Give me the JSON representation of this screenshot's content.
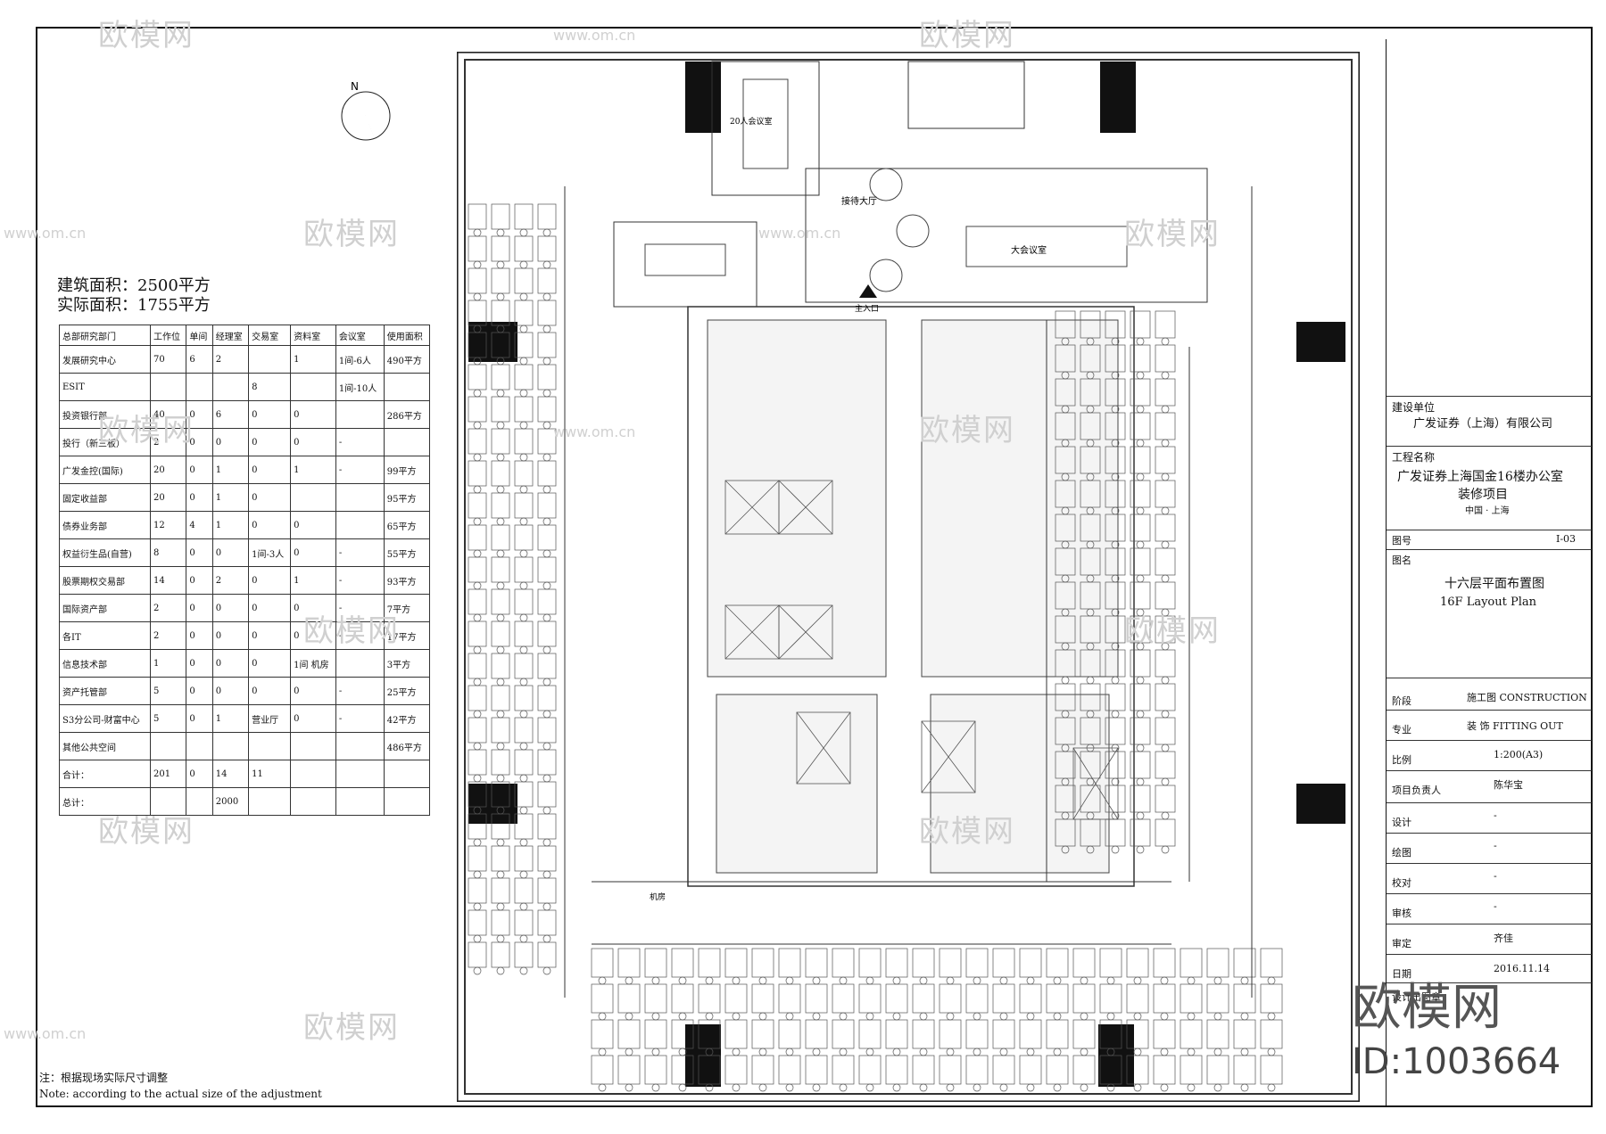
{
  "summary": {
    "gross_area": "建筑面积：2500平方",
    "net_area": "实际面积：1755平方"
  },
  "area_table": {
    "headers": [
      "总部研究部门",
      "工作位",
      "单间",
      "经理室",
      "交易室",
      "资料室",
      "会议室",
      "使用面积"
    ],
    "rows": [
      [
        "发展研究中心",
        "70",
        "6",
        "2",
        "",
        "1",
        "1间-6人",
        "490平方"
      ],
      [
        "ESIT",
        "",
        "",
        "",
        "8",
        "",
        "1间-10人",
        ""
      ],
      [
        "投资银行部",
        "40",
        "0",
        "6",
        "0",
        "0",
        "",
        "286平方"
      ],
      [
        "投行（新三板）",
        "2",
        "0",
        "0",
        "0",
        "0",
        "-",
        ""
      ],
      [
        "广发金控(国际)",
        "20",
        "0",
        "1",
        "0",
        "1",
        "-",
        "99平方"
      ],
      [
        "固定收益部",
        "20",
        "0",
        "1",
        "0",
        "",
        "",
        "95平方"
      ],
      [
        "债券业务部",
        "12",
        "4",
        "1",
        "0",
        "0",
        "",
        "65平方"
      ],
      [
        "权益衍生品(自营)",
        "8",
        "0",
        "0",
        "1间-3人",
        "0",
        "-",
        "55平方"
      ],
      [
        "股票期权交易部",
        "14",
        "0",
        "2",
        "0",
        "1",
        "-",
        "93平方"
      ],
      [
        "国际资产部",
        "2",
        "0",
        "0",
        "0",
        "0",
        "-",
        "7平方"
      ],
      [
        "各IT",
        "2",
        "0",
        "0",
        "0",
        "0",
        "-",
        "17平方"
      ],
      [
        "信息技术部",
        "1",
        "0",
        "0",
        "0",
        "1间 机房",
        "",
        "3平方"
      ],
      [
        "资产托管部",
        "5",
        "0",
        "0",
        "0",
        "0",
        "-",
        "25平方"
      ],
      [
        "S3分公司-财富中心",
        "5",
        "0",
        "1",
        "营业厅",
        "0",
        "-",
        "42平方"
      ],
      [
        "其他公共空间",
        "",
        "",
        "",
        "",
        "",
        "",
        "486平方"
      ],
      [
        "合计：",
        "201",
        "0",
        "14",
        "11",
        "",
        "",
        ""
      ],
      [
        "总计：",
        "",
        "",
        "2000",
        "",
        "",
        "",
        ""
      ]
    ]
  },
  "note": {
    "cn": "注：根据现场实际尺寸调整",
    "en": "Note: according to the actual size of the adjustment"
  },
  "titleblock": {
    "client_label": "建设单位",
    "client": "广发证券（上海）有限公司",
    "project_label": "工程名称",
    "project_line1": "广发证券上海国金16楼办公室",
    "project_line2": "装修项目",
    "location": "中国 · 上海",
    "sheet_no_label": "图号",
    "sheet_no": "I-03",
    "title_label": "图名",
    "title_cn": "十六层平面布置图",
    "title_en": "16F Layout Plan",
    "phase_label": "阶段",
    "phase": "施工图 CONSTRUCTION",
    "specialty_label": "专业",
    "specialty": "装 饰 FITTING OUT",
    "scale_label": "比例",
    "scale": "1:200(A3)",
    "director_label": "项目负责人",
    "director": "陈华宝",
    "designed_label": "设计",
    "designed": "-",
    "drawn_label": "绘图",
    "drawn": "-",
    "checked_label": "校对",
    "checked": "-",
    "audit_label": "审核",
    "audit": "-",
    "approved_label": "审定",
    "approved": "齐佳",
    "date_label": "日期",
    "date": "2016.11.14",
    "stamp_label": "设计出图章"
  },
  "plan_labels": {
    "lobby": "接待大厅",
    "meeting_large": "大会议室",
    "meeting_20": "20人会议室",
    "entrance": "主入口",
    "server": "机房",
    "north": "N"
  },
  "watermark": {
    "brand": "欧模网",
    "url": "www.om.cn",
    "id": "ID:1003664"
  }
}
